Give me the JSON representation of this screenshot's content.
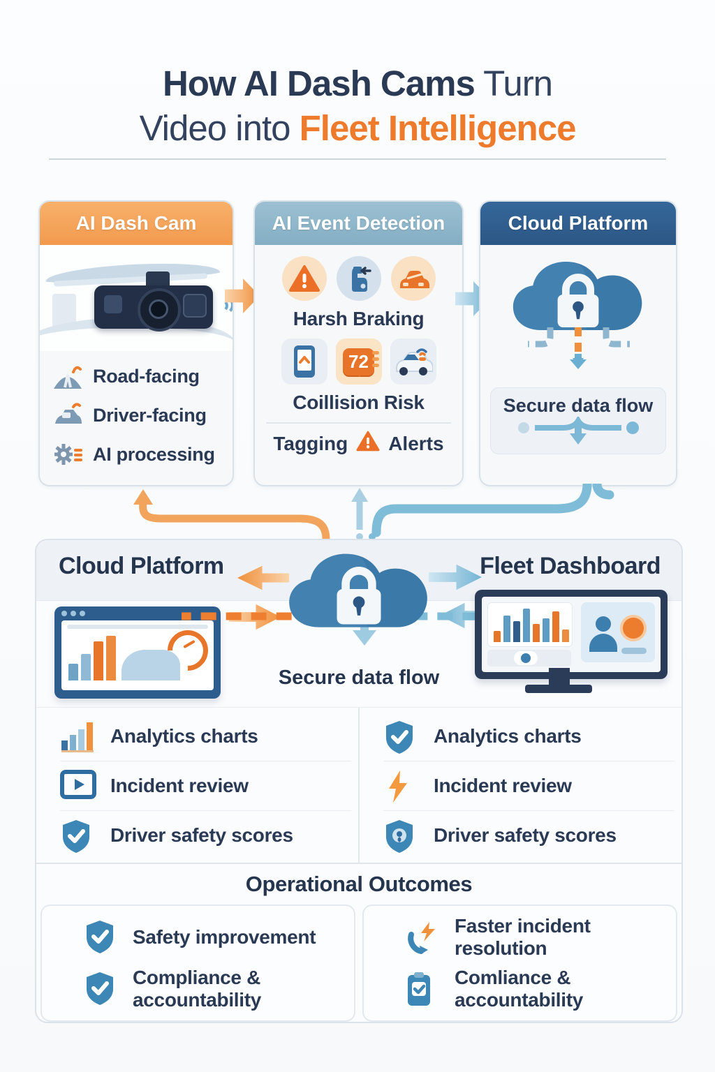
{
  "title": {
    "line1_strong": "How AI Dash Cams",
    "line1_rest": " Turn",
    "line2_plain": "Video into ",
    "line2_accent": "Fleet Intelligence"
  },
  "cards": {
    "dash_cam": {
      "header": "AI Dash Cam",
      "items": [
        {
          "icon": "road-icon",
          "label": "Road-facing"
        },
        {
          "icon": "car-icon",
          "label": "Driver-facing"
        },
        {
          "icon": "gear-icon",
          "label": "AI processing"
        }
      ]
    },
    "event_detection": {
      "header": "AI Event Detection",
      "label_harsh_braking": "Harsh Braking",
      "score_badge": "72",
      "label_collision_risk": "Coillision Risk",
      "label_tagging": "Tagging",
      "label_alerts": "Alerts"
    },
    "cloud": {
      "header": "Cloud Platform",
      "caption": "Secure data flow"
    }
  },
  "middle": {
    "left_title": "Cloud Platform",
    "right_title": "Fleet Dashboard",
    "caption": "Secure data flow",
    "left_list": [
      {
        "icon": "bar-chart-icon",
        "label": "Analytics charts"
      },
      {
        "icon": "video-play-icon",
        "label": "Incident review"
      },
      {
        "icon": "shield-check-icon",
        "label": "Driver safety scores"
      }
    ],
    "right_list": [
      {
        "icon": "shield-check-icon",
        "label": "Analytics charts"
      },
      {
        "icon": "lightning-icon",
        "label": "Incident review"
      },
      {
        "icon": "shield-badge-icon",
        "label": "Driver safety scores"
      }
    ]
  },
  "outcomes": {
    "title": "Operational Outcomes",
    "left": [
      {
        "icon": "shield-check-icon",
        "label": "Safety improvement"
      },
      {
        "icon": "shield-check-icon",
        "label": "Compliance & accountability"
      }
    ],
    "right": [
      {
        "icon": "refresh-bolt-icon",
        "label": "Faster incident resolution"
      },
      {
        "icon": "clipboard-check-icon",
        "label": "Comliance & accountability"
      }
    ]
  },
  "colors": {
    "navy_text": "#2b3a54",
    "accent_orange": "#ee7a2c",
    "header_orange": "#f29a4e",
    "header_light_blue": "#84aec4",
    "header_dark_blue": "#2c5785",
    "arrow_blue": "#74b4d4",
    "shield_blue": "#3c87b5",
    "background": "#f9fafb"
  }
}
